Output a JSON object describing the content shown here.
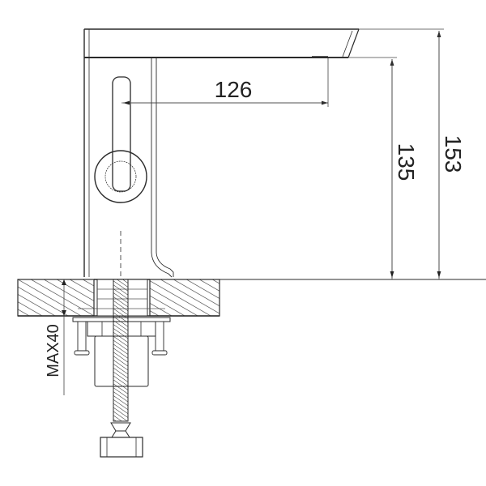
{
  "drawing": {
    "type": "faucet technical dimension drawing (side view)",
    "dimensions": {
      "spout_reach": "126",
      "spout_height": "135",
      "total_height": "153",
      "max_counter_thickness": "MAX40"
    },
    "colors": {
      "line": "#2a2a2a",
      "thin_line": "#555555",
      "background": "#ffffff"
    }
  }
}
